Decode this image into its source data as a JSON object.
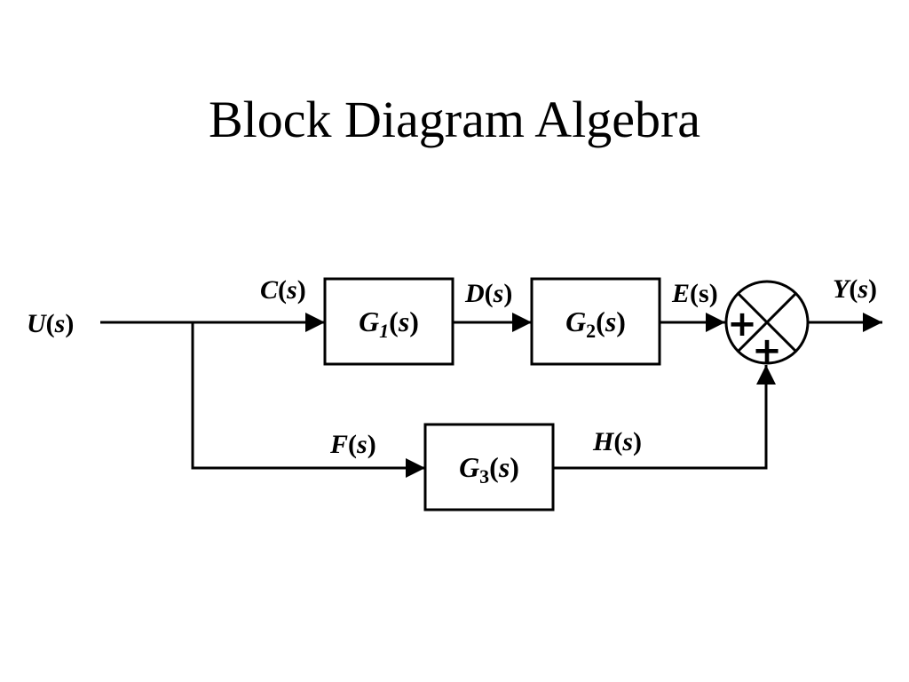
{
  "slide": {
    "title": "Block Diagram Algebra"
  },
  "diagram": {
    "blocks": {
      "g1": {
        "name": "G",
        "sub": "1",
        "arg": "s"
      },
      "g2": {
        "name": "G",
        "sub": "2",
        "arg": "s"
      },
      "g3": {
        "name": "G",
        "sub": "3",
        "arg": "s"
      }
    },
    "signals": {
      "u": {
        "name": "U",
        "arg": "s"
      },
      "c": {
        "name": "C",
        "arg": "s"
      },
      "d": {
        "name": "D",
        "arg": "s"
      },
      "e": {
        "name": "E",
        "arg": "s"
      },
      "f": {
        "name": "F",
        "arg": "s"
      },
      "h": {
        "name": "H",
        "arg": "s"
      },
      "y": {
        "name": "Y",
        "arg": "s"
      }
    },
    "summing_junction": {
      "left_sign": "+",
      "bottom_sign": "+"
    }
  }
}
